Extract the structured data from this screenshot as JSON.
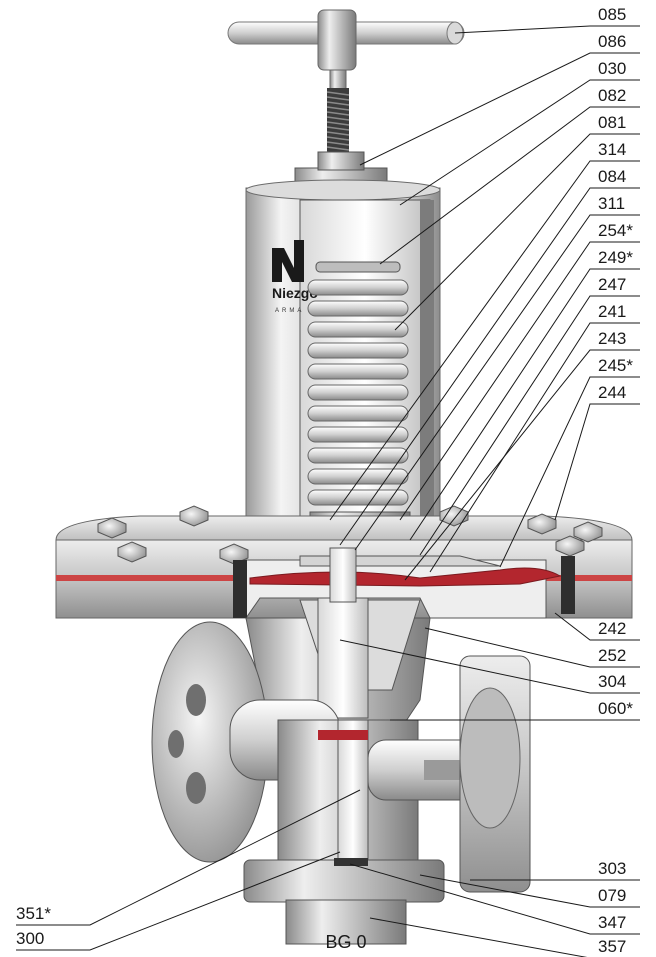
{
  "caption": "BG 0",
  "logo": {
    "name": "Niezgo",
    "sub": "ARMA"
  },
  "parts_right": [
    "085",
    "086",
    "030",
    "082",
    "081",
    "314",
    "084",
    "311",
    "254*",
    "249*",
    "247",
    "241",
    "243",
    "245*",
    "244",
    "242",
    "252",
    "304",
    "060*",
    "303",
    "079",
    "347",
    "357"
  ],
  "parts_left": [
    "351*",
    "300"
  ],
  "colors": {
    "metal_light": "#e8e8e8",
    "metal_mid": "#b9b9b9",
    "metal_dark": "#6e6e6e",
    "seal_red": "#b3262e",
    "line": "#1a1a1a"
  }
}
